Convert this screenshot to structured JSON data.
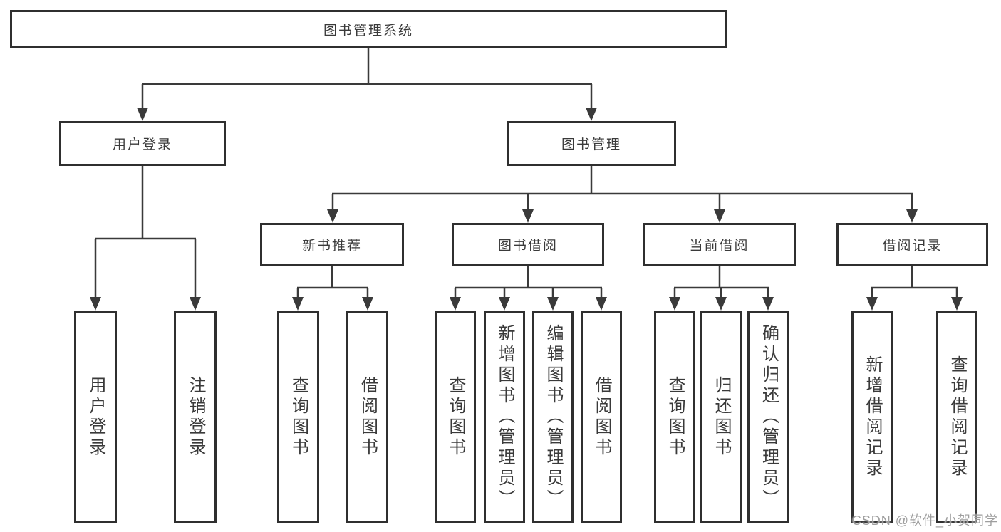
{
  "diagram": {
    "title": "图书管理系统",
    "root": {
      "label": "图书管理系统"
    },
    "level2": [
      {
        "id": "user-login",
        "label": "用户登录"
      },
      {
        "id": "book-management",
        "label": "图书管理"
      }
    ],
    "level3": [
      {
        "id": "new-book-recommend",
        "label": "新书推荐",
        "parent": "图书管理"
      },
      {
        "id": "book-borrowing",
        "label": "图书借阅",
        "parent": "图书管理"
      },
      {
        "id": "current-borrowing",
        "label": "当前借阅",
        "parent": "图书管理"
      },
      {
        "id": "borrowing-records",
        "label": "借阅记录",
        "parent": "图书管理"
      }
    ],
    "leaves": [
      {
        "label": "用户登录",
        "parent": "用户登录"
      },
      {
        "label": "注销登录",
        "parent": "用户登录"
      },
      {
        "label": "查询图书",
        "parent": "新书推荐"
      },
      {
        "label": "借阅图书",
        "parent": "新书推荐"
      },
      {
        "label": "查询图书",
        "parent": "图书借阅"
      },
      {
        "label": "新增图书（管理员）",
        "parent": "图书借阅"
      },
      {
        "label": "编辑图书（管理员）",
        "parent": "图书借阅"
      },
      {
        "label": "借阅图书",
        "parent": "图书借阅"
      },
      {
        "label": "查询图书",
        "parent": "当前借阅"
      },
      {
        "label": "归还图书",
        "parent": "当前借阅"
      },
      {
        "label": "确认归还（管理员）",
        "parent": "当前借阅"
      },
      {
        "label": "新增借阅记录",
        "parent": "借阅记录"
      },
      {
        "label": "查询借阅记录",
        "parent": "借阅记录"
      }
    ]
  },
  "watermark": {
    "text": "CSDN @软件_小贺同学"
  },
  "colors": {
    "line": "#3a3a3a",
    "border": "#2f2f2f",
    "text": "#3a3a3a",
    "watermark": "#9e9e9e",
    "background": "#ffffff"
  }
}
